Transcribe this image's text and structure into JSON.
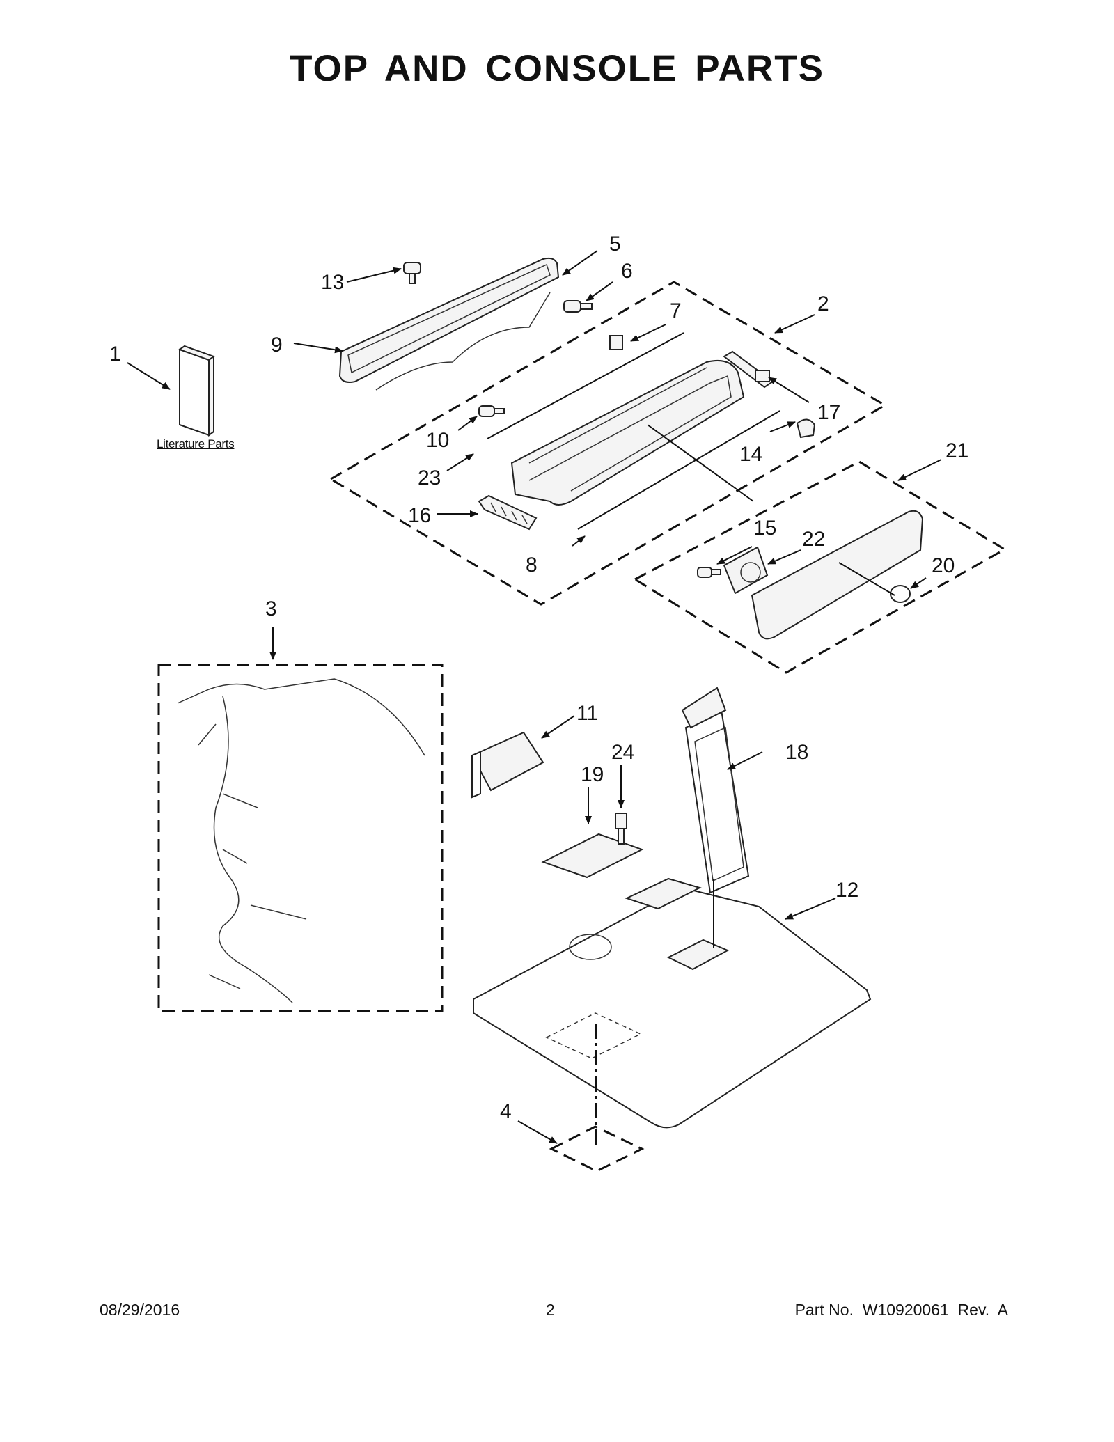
{
  "page": {
    "title": "TOP AND CONSOLE PARTS",
    "literature_label": "Literature Parts"
  },
  "footer": {
    "date": "08/29/2016",
    "page_number": "2",
    "part_info": "Part No.  W10920061  Rev.  A"
  },
  "callouts": [
    "1",
    "2",
    "3",
    "4",
    "5",
    "6",
    "7",
    "8",
    "9",
    "10",
    "11",
    "12",
    "13",
    "14",
    "15",
    "16",
    "17",
    "18",
    "19",
    "20",
    "21",
    "22",
    "23",
    "24"
  ]
}
